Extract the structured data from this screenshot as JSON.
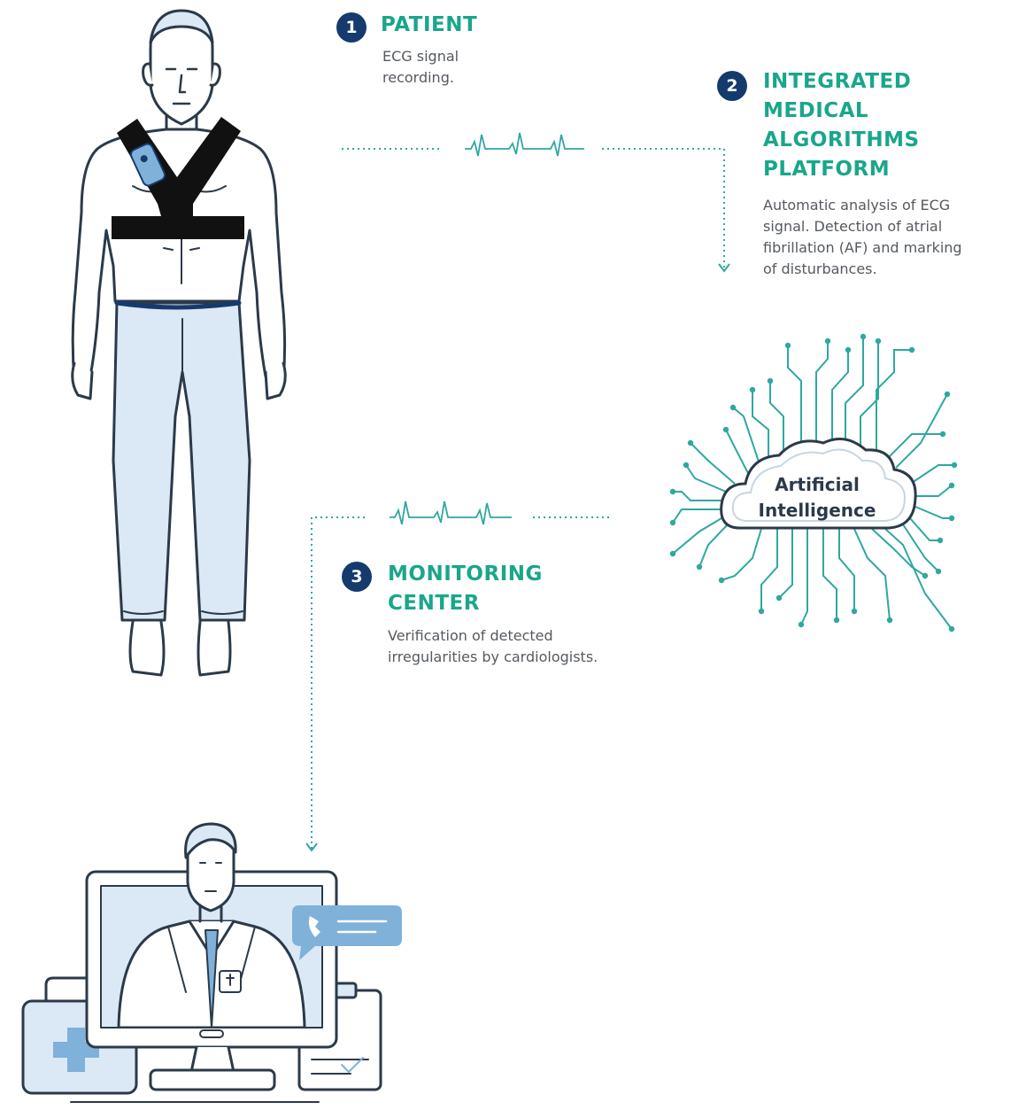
{
  "steps": [
    {
      "number": "1",
      "title_lines": [
        "PATIENT"
      ],
      "desc_lines": [
        "ECG signal",
        "recording."
      ]
    },
    {
      "number": "2",
      "title_lines": [
        "INTEGRATED",
        "MEDICAL",
        "ALGORITHMS",
        "PLATFORM"
      ],
      "desc_lines": [
        "Automatic analysis of ECG",
        "signal. Detection of atrial",
        "fibrillation (AF) and marking",
        "of disturbances."
      ]
    },
    {
      "number": "3",
      "title_lines": [
        "MONITORING",
        "CENTER"
      ],
      "desc_lines": [
        "Verification of detected",
        "irregularities by cardiologists."
      ]
    }
  ],
  "ai_cloud": {
    "label_lines": [
      "Artificial",
      "Intelligence"
    ]
  },
  "illustrations": {
    "patient": "patient-with-ecg-vest",
    "doctor": "doctor-on-monitor",
    "ai": "ai-circuit-cloud",
    "call": "phone-chat-bubble-icon",
    "medkit": "first-aid-kit-icon",
    "clipboard": "clipboard-icon"
  },
  "colors": {
    "accent": "#1aa68a",
    "badge": "#153a6e",
    "line": "#2b3a4a",
    "fill": "#dbe9f6",
    "connector": "#2ea8a0"
  }
}
